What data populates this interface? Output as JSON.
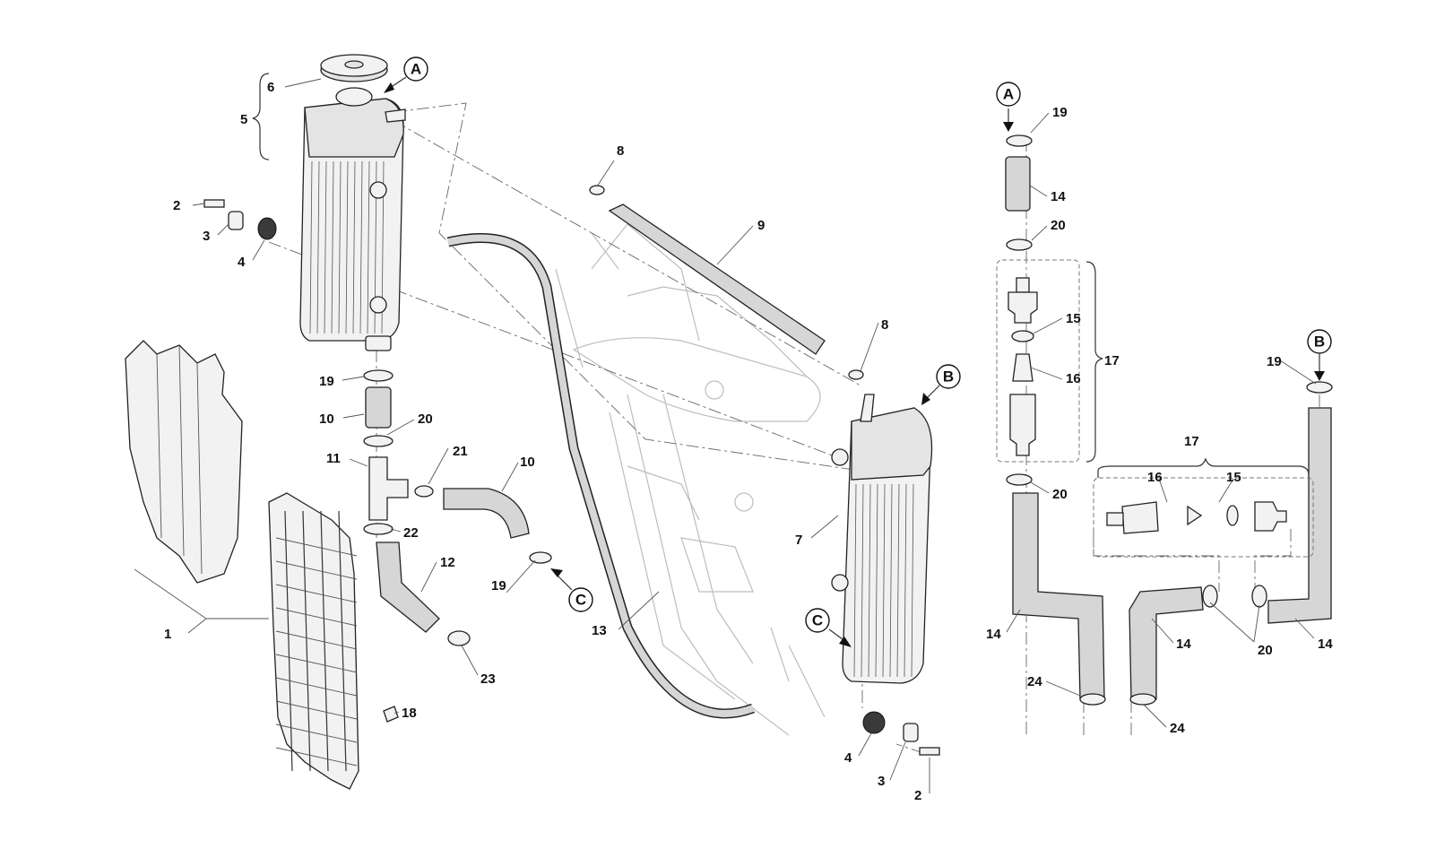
{
  "callouts": {
    "A": "A",
    "B": "B",
    "C": "C"
  },
  "labels": {
    "p1": "1",
    "p2a": "2",
    "p2b": "2",
    "p3a": "3",
    "p3b": "3",
    "p4a": "4",
    "p4b": "4",
    "p5": "5",
    "p6": "6",
    "p7": "7",
    "p8a": "8",
    "p8b": "8",
    "p9": "9",
    "p10a": "10",
    "p10b": "10",
    "p11": "11",
    "p12": "12",
    "p13": "13",
    "p14a": "14",
    "p14b": "14",
    "p14c": "14",
    "p14d": "14",
    "p15a": "15",
    "p15b": "15",
    "p16a": "16",
    "p16b": "16",
    "p17a": "17",
    "p17b": "17",
    "p18": "18",
    "p19a": "19",
    "p19b": "19",
    "p19c": "19",
    "p19d": "19",
    "p20a": "20",
    "p20b": "20",
    "p20c": "20",
    "p20d": "20",
    "p21": "21",
    "p22": "22",
    "p23": "23",
    "p24a": "24",
    "p24b": "24"
  }
}
